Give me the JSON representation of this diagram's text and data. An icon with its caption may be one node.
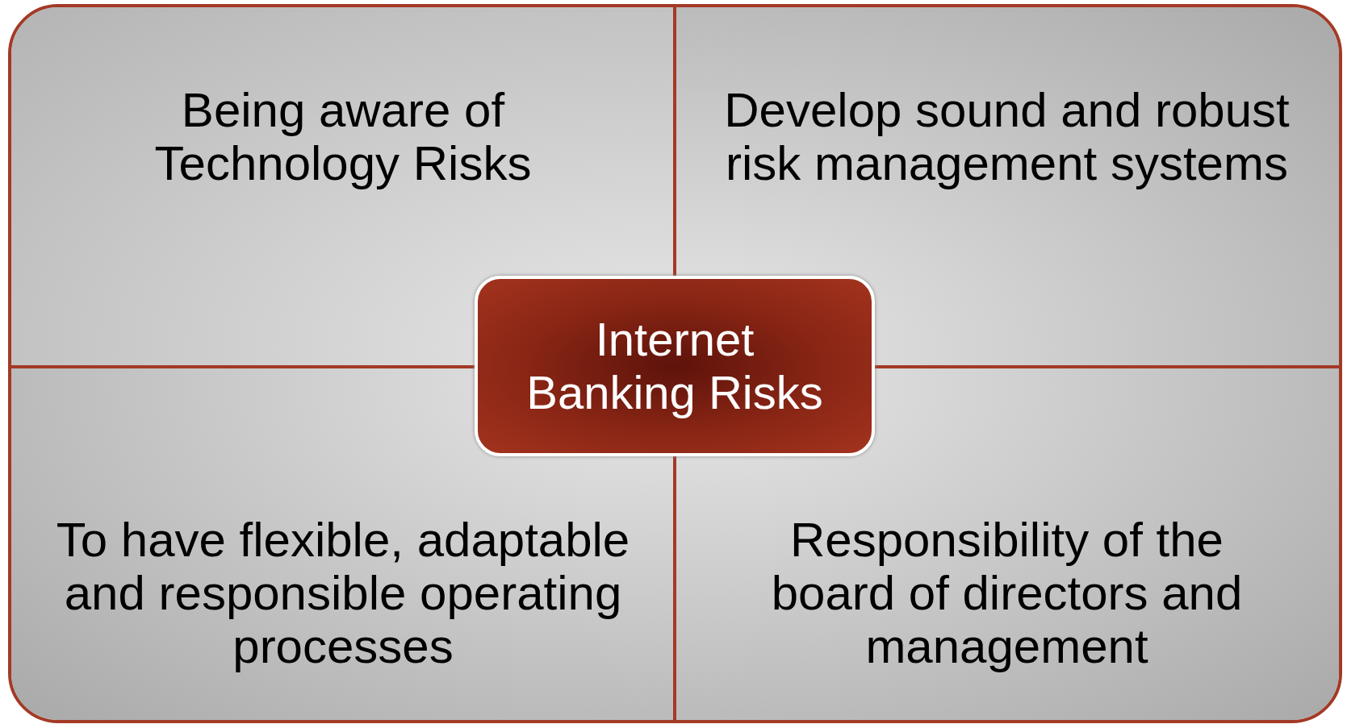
{
  "diagram": {
    "nodes": [
      {
        "text": [
          "Being aware of Technology Risks"
        ]
      },
      {
        "text": [
          "Develop sound and robust risk management systems"
        ]
      },
      {
        "text": [
          "Internet Banking Risks"
        ]
      },
      {
        "text": [
          "To have flexible, adaptable and responsible operating processes"
        ]
      },
      {
        "text": [
          "Responsibility of the board of directors and management"
        ]
      }
    ]
  }
}
